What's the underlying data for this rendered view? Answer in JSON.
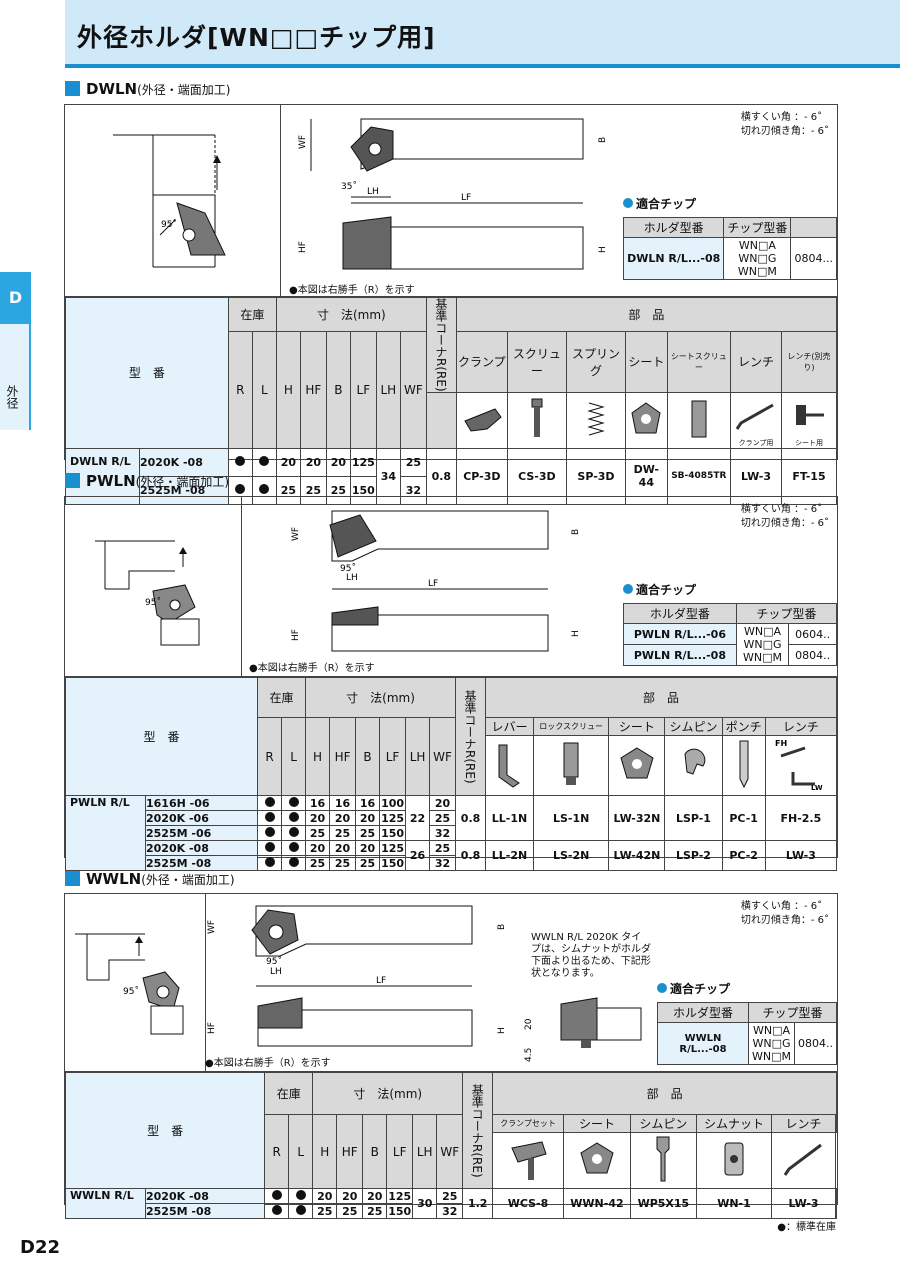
{
  "page_title": "外径ホルダ[WN□□チップ用]",
  "side_tab": {
    "letter": "D",
    "label": "外径"
  },
  "common": {
    "angle_lines": [
      "横すくい角 ：- 6˚",
      "切れ刃傾き角：- 6˚"
    ],
    "right_hand_note": "●本図は右勝手（R）を示す",
    "chip_title": "適合チップ",
    "chip_headers": [
      "ホルダ型番",
      "チップ型番"
    ],
    "col_model": "型　番",
    "col_stock": "在庫",
    "col_dims": "寸　法(mm)",
    "col_corner": "基準コーナR(RE)",
    "col_parts": "部　品",
    "stock_cols": [
      "R",
      "L"
    ],
    "dim_cols": [
      "H",
      "HF",
      "B",
      "LF",
      "LH",
      "WF"
    ],
    "stock_symbol": "●"
  },
  "dwln": {
    "heading": "DWLN",
    "heading_sub": "(外径・端面加工)",
    "chip_rows": [
      {
        "holder": "DWLN R/L...-08",
        "tips": [
          "WN□A",
          "WN□G",
          "WN□M"
        ],
        "chip": "0804..."
      }
    ],
    "parts_headers": [
      "クランプ",
      "スクリュー",
      "スプリング",
      "シート",
      "シートスクリュー",
      "レンチ",
      "レンチ(別売り)"
    ],
    "part_icon_notes": [
      "クランプ用",
      "シート用"
    ],
    "series_label": "DWLN R/L",
    "rows": [
      {
        "code": "2020K -08",
        "H": "20",
        "HF": "20",
        "B": "20",
        "LF": "125",
        "WF": "25"
      },
      {
        "code": "2525M -08",
        "H": "25",
        "HF": "25",
        "B": "25",
        "LF": "150",
        "WF": "32"
      }
    ],
    "LH": "34",
    "RE": "0.8",
    "parts": [
      "CP-3D",
      "CS-3D",
      "SP-3D",
      "DW-44",
      "SB-4085TR",
      "LW-3",
      "FT-15"
    ]
  },
  "pwln": {
    "heading": "PWLN",
    "heading_sub": "(外径・端面加工)",
    "chip_rows": [
      {
        "holder": "PWLN R/L...-06",
        "tips": [
          "WN□A",
          "WN□G",
          "WN□M"
        ],
        "chip": "0604.."
      },
      {
        "holder": "PWLN R/L...-08",
        "tips": [],
        "chip": "0804.."
      }
    ],
    "parts_headers": [
      "レバー",
      "ロックスクリュー",
      "シート",
      "シムピン",
      "ポンチ",
      "レンチ"
    ],
    "wrench_notes": [
      "FH",
      "LW"
    ],
    "series_label": "PWLN R/L",
    "rows": [
      {
        "code": "1616H -06",
        "H": "16",
        "HF": "16",
        "B": "16",
        "LF": "100",
        "WF": "20"
      },
      {
        "code": "2020K -06",
        "H": "20",
        "HF": "20",
        "B": "20",
        "LF": "125",
        "WF": "25"
      },
      {
        "code": "2525M -06",
        "H": "25",
        "HF": "25",
        "B": "25",
        "LF": "150",
        "WF": "32"
      },
      {
        "code": "2020K -08",
        "H": "20",
        "HF": "20",
        "B": "20",
        "LF": "125",
        "WF": "25"
      },
      {
        "code": "2525M -08",
        "H": "25",
        "HF": "25",
        "B": "25",
        "LF": "150",
        "WF": "32"
      }
    ],
    "group1": {
      "LH": "22",
      "RE": "0.8",
      "parts": [
        "LL-1N",
        "LS-1N",
        "LW-32N",
        "LSP-1",
        "PC-1",
        "FH-2.5"
      ]
    },
    "group2": {
      "LH": "26",
      "RE": "0.8",
      "parts": [
        "LL-2N",
        "LS-2N",
        "LW-42N",
        "LSP-2",
        "PC-2",
        "LW-3"
      ]
    }
  },
  "wwln": {
    "heading": "WWLN",
    "heading_sub": "(外径・端面加工)",
    "side_note": "WWLN R/L 2020K タイプは、シムナットがホルダ下面より出るため、下記形状となります。",
    "side_dims": [
      "4.5",
      "20"
    ],
    "chip_rows": [
      {
        "holder": "WWLN R/L...-08",
        "tips": [
          "WN□A",
          "WN□G",
          "WN□M"
        ],
        "chip": "0804.."
      }
    ],
    "parts_headers": [
      "クランプセット",
      "シート",
      "シムピン",
      "シムナット",
      "レンチ"
    ],
    "series_label": "WWLN R/L",
    "rows": [
      {
        "code": "2020K -08",
        "H": "20",
        "HF": "20",
        "B": "20",
        "LF": "125",
        "WF": "25"
      },
      {
        "code": "2525M -08",
        "H": "25",
        "HF": "25",
        "B": "25",
        "LF": "150",
        "WF": "32"
      }
    ],
    "LH": "30",
    "RE": "1.2",
    "parts": [
      "WCS-8",
      "WWN-42",
      "WP5X15",
      "WN-1",
      "LW-3"
    ]
  },
  "legend": "●：標準在庫",
  "page_number": "D22",
  "diagram_labels": {
    "WF": "WF",
    "LH": "LH",
    "LF": "LF",
    "B": "B",
    "H": "H",
    "HF": "HF",
    "angle95": "95˚",
    "angle35": "35˚"
  },
  "colors": {
    "accent": "#1a8fd0",
    "header_bg": "#d9d9d9",
    "model_bg": "#e3f2fb"
  }
}
